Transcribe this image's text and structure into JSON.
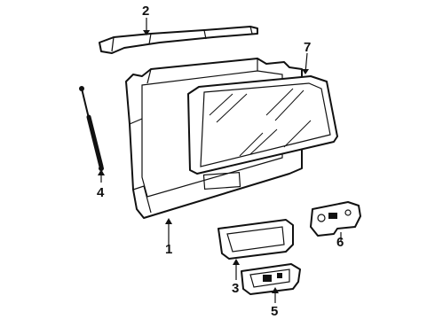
{
  "diagram": {
    "callouts": [
      {
        "id": "c1",
        "label": "1"
      },
      {
        "id": "c2",
        "label": "2"
      },
      {
        "id": "c3",
        "label": "3"
      },
      {
        "id": "c4",
        "label": "4"
      },
      {
        "id": "c5",
        "label": "5"
      },
      {
        "id": "c6",
        "label": "6"
      },
      {
        "id": "c7",
        "label": "7"
      }
    ]
  },
  "colors": {
    "ink": "#111111",
    "background": "#ffffff"
  }
}
